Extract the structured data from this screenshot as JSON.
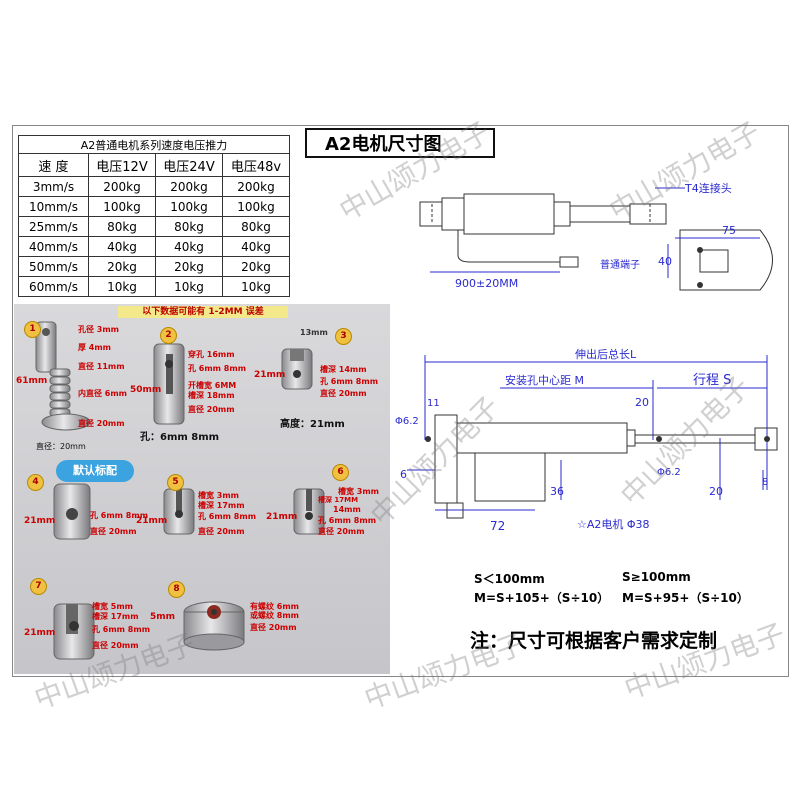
{
  "table": {
    "caption": "A2普通电机系列速度电压推力",
    "headers": [
      "速 度",
      "电压12V",
      "电压24V",
      "电压48v"
    ],
    "rows": [
      [
        "3mm/s",
        "200kg",
        "200kg",
        "200kg"
      ],
      [
        "10mm/s",
        "100kg",
        "100kg",
        "100kg"
      ],
      [
        "25mm/s",
        "80kg",
        "80kg",
        "80kg"
      ],
      [
        "40mm/s",
        "40kg",
        "40kg",
        "40kg"
      ],
      [
        "50mm/s",
        "20kg",
        "20kg",
        "20kg"
      ],
      [
        "60mm/s",
        "10kg",
        "10kg",
        "10kg"
      ]
    ]
  },
  "title": "A2电机尺寸图",
  "photo": {
    "banner": "以下数据可能有 1-2MM 误差",
    "default_badge": "默认标配",
    "parts": [
      {
        "num": "1",
        "labels": [
          "孔径 3mm",
          "厚 4mm",
          "直径 11mm",
          "内直径 6mm",
          "直径 20mm"
        ],
        "height": "61mm",
        "bottom": "直径：20mm"
      },
      {
        "num": "2",
        "labels": [
          "穿孔 16mm",
          "孔 6mm 8mm",
          "开槽宽 6MM",
          "槽深 18mm",
          "直径 20mm"
        ],
        "height": "50mm",
        "bottom": "孔：6mm 8mm"
      },
      {
        "num": "3",
        "labels": [
          "13mm",
          "槽深 14mm",
          "孔 6mm 8mm",
          "直径 20mm"
        ],
        "height": "21mm",
        "bottom": "高度：21mm"
      },
      {
        "num": "4",
        "labels": [
          "孔 6mm 8mm",
          "直径 20mm"
        ],
        "height": "21mm"
      },
      {
        "num": "5",
        "labels": [
          "槽宽 3mm",
          "槽深 17mm",
          "孔 6mm 8mm",
          "直径 20mm"
        ],
        "height": "21mm"
      },
      {
        "num": "6",
        "labels": [
          "槽宽 3mm",
          "槽深 17MM",
          "14mm",
          "孔 6mm 8mm",
          "直径 20mm"
        ],
        "height": "21mm"
      },
      {
        "num": "7",
        "labels": [
          "槽宽 5mm",
          "槽深 17mm",
          "孔 6mm 8mm",
          "直径 20mm"
        ],
        "height": "21mm"
      },
      {
        "num": "8",
        "labels": [
          "有螺纹 6mm",
          "或螺纹 8mm",
          "直径 20mm"
        ],
        "height": "5mm"
      }
    ]
  },
  "top_drawing": {
    "connector": "T4连接头",
    "terminal": "普通端子",
    "cable_length": "900±20MM",
    "width": "75",
    "height": "40"
  },
  "main_drawing": {
    "total_length": "伸出后总长L",
    "mount_distance": "安装孔中心距 M",
    "stroke": "行程 S",
    "dim_11": "11",
    "dim_20a": "20",
    "dim_phi62a": "Φ6.2",
    "dim_phi62b": "Φ6.2",
    "dim_6": "6",
    "dim_36": "36",
    "dim_20b": "20",
    "dim_8": "8",
    "dim_72": "72",
    "motor_label": "☆A2电机 Φ38"
  },
  "formulas": {
    "left_cond": "S＜100mm",
    "left_formula": "M=S+105+（S÷10）",
    "right_cond": "S≥100mm",
    "right_formula": "M=S+95+（S÷10）"
  },
  "note": "注：尺寸可根据客户需求定制",
  "watermark": "中山颂力电子"
}
